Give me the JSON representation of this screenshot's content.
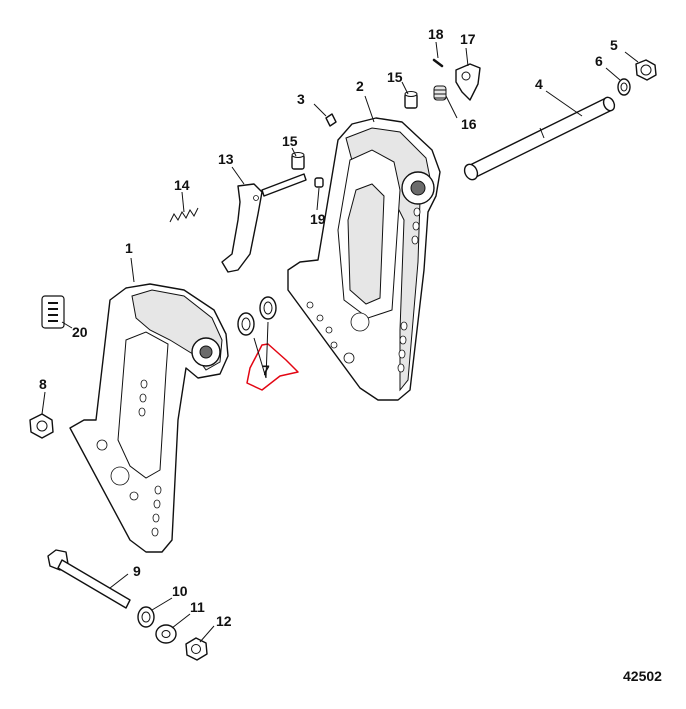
{
  "diagram_id": "42502",
  "highlight_color": "#e30613",
  "callouts": {
    "c1": "1",
    "c2": "2",
    "c3": "3",
    "c4": "4",
    "c5": "5",
    "c6": "6",
    "c7": "7",
    "c8": "8",
    "c9": "9",
    "c10": "10",
    "c11": "11",
    "c12": "12",
    "c13": "13",
    "c14": "14",
    "c15a": "15",
    "c15b": "15",
    "c16": "16",
    "c17": "17",
    "c18": "18",
    "c19": "19",
    "c20": "20"
  }
}
